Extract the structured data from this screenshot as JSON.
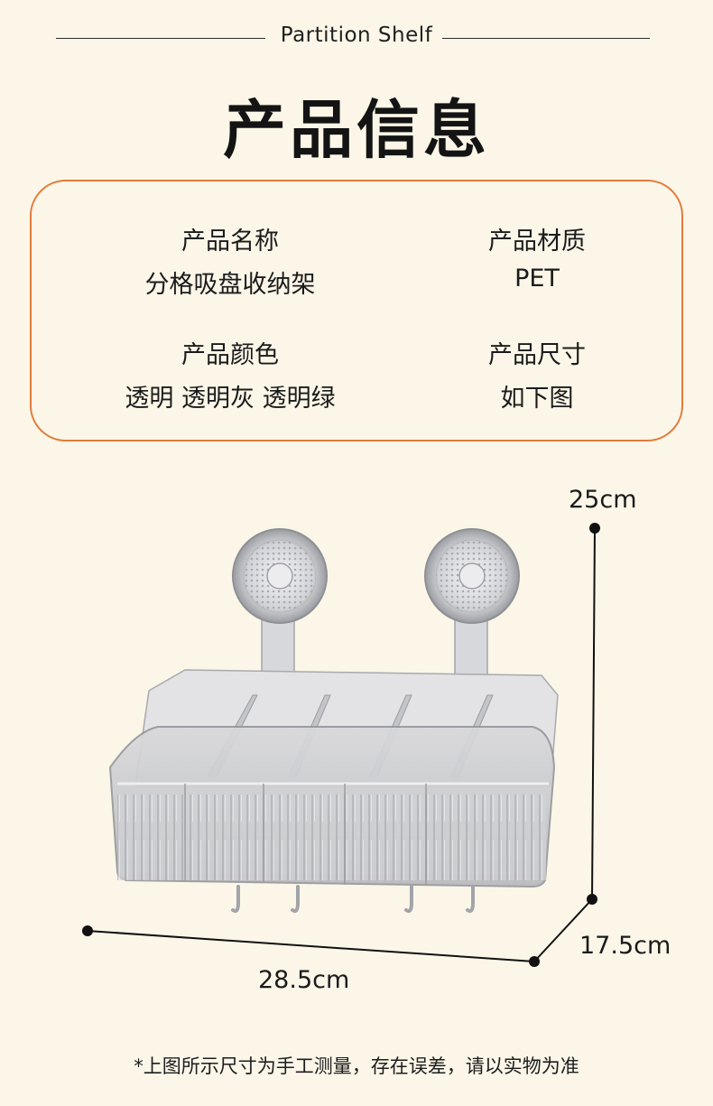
{
  "header": {
    "subtitle": "Partition Shelf",
    "title": "产品信息"
  },
  "info": {
    "name_label": "产品名称",
    "name_value": "分格吸盘收纳架",
    "material_label": "产品材质",
    "material_value": "PET",
    "color_label": "产品颜色",
    "color_value": "透明 透明灰 透明绿",
    "size_label": "产品尺寸",
    "size_value": "如下图"
  },
  "dimensions": {
    "height": "25cm",
    "depth": "17.5cm",
    "width": "28.5cm"
  },
  "footnote": "*上图所示尺寸为手工测量，存在误差，请以实物为准",
  "colors": {
    "background": "#fbf6e8",
    "accent_border": "#e37b3a"
  }
}
